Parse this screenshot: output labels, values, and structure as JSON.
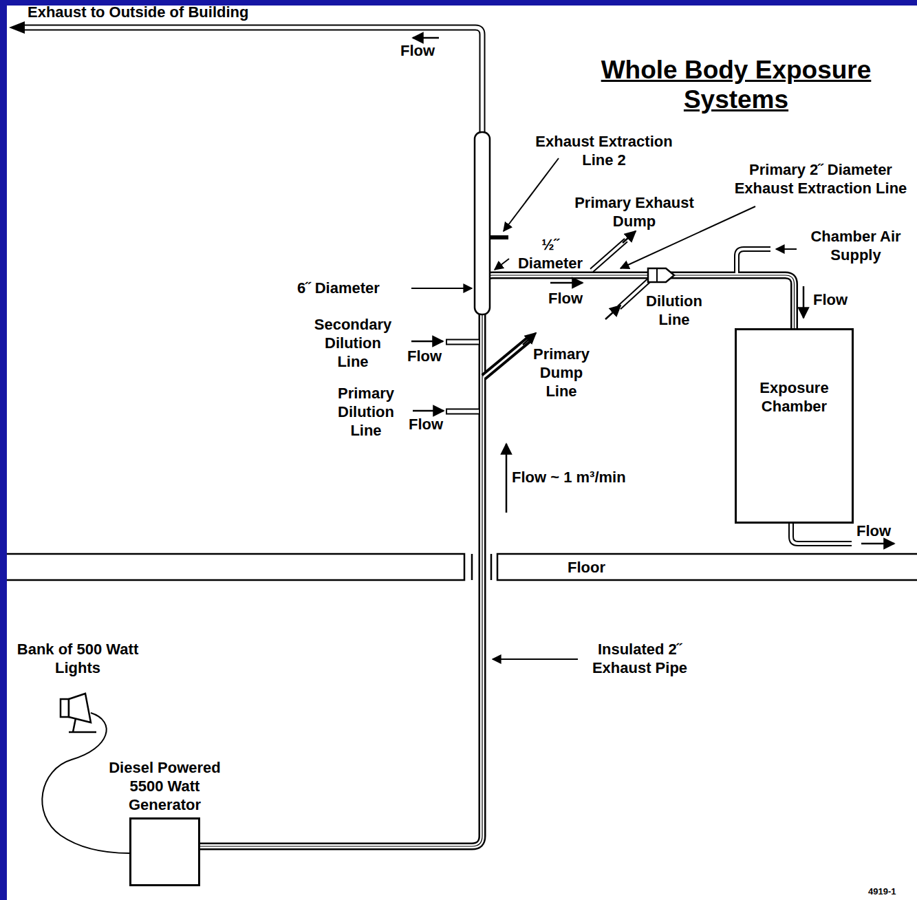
{
  "diagram": {
    "title": "Whole Body Exposure Systems",
    "nodes": [
      {
        "text": [
          "Exposure Chamber"
        ]
      },
      {
        "text": [
          "Diesel Powered 5500 Watt Generator"
        ]
      }
    ],
    "edges": [
      {
        "from": 1,
        "to": 0,
        "arrow": "none"
      }
    ],
    "labels": [
      "Exhaust to Outside of Building",
      "Flow",
      "Exhaust Extraction Line 2",
      "Primary 2˝ Diameter Exhaust Extraction Line",
      "Primary Exhaust Dump",
      "½˝ Diameter",
      "Chamber Air Supply",
      "6˝ Diameter",
      "Flow",
      "Dilution Line",
      "Flow",
      "Secondary Dilution Line",
      "Flow",
      "Primary Dump Line",
      "Primary Dilution Line",
      "Flow",
      "Flow ~ 1 m³/min",
      "Flow",
      "Floor",
      "Insulated 2˝ Exhaust Pipe",
      "Bank of 500 Watt Lights",
      "4919-1"
    ]
  }
}
